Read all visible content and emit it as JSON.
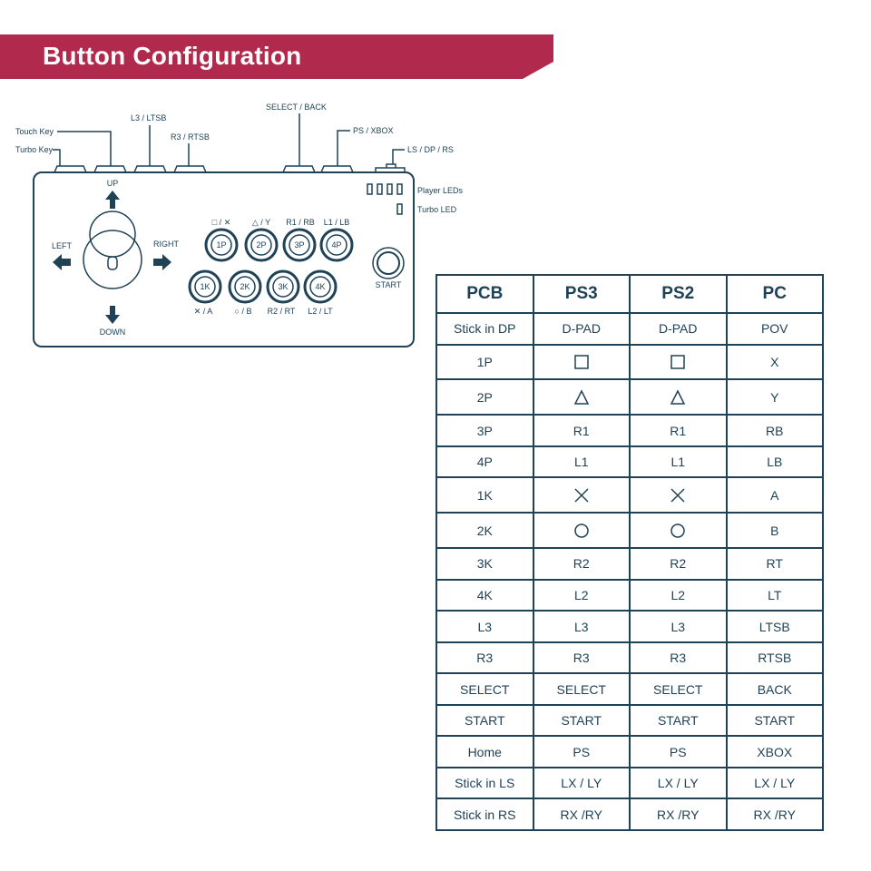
{
  "header": {
    "title": "Button Configuration",
    "banner_color": "#b12a4d"
  },
  "diagram": {
    "top_labels": {
      "touch_key": "Touch Key",
      "turbo_key": "Turbo Key",
      "l3": "L3 / LTSB",
      "r3": "R3 / RTSB",
      "select": "SELECT / BACK",
      "ps": "PS / XBOX",
      "ls_switch": "LS / DP / RS"
    },
    "led_labels": {
      "player": "Player LEDs",
      "turbo": "Turbo LED"
    },
    "directions": {
      "up": "UP",
      "down": "DOWN",
      "left": "LEFT",
      "right": "RIGHT"
    },
    "top_row_labels": [
      "□ / ✕",
      "△ / Y",
      "R1 / RB",
      "L1 / LB"
    ],
    "top_row_buttons": [
      "1P",
      "2P",
      "3P",
      "4P"
    ],
    "bottom_row_buttons": [
      "1K",
      "2K",
      "3K",
      "4K"
    ],
    "bottom_row_labels": [
      "✕ / A",
      "○ / B",
      "R2 / RT",
      "L2 / LT"
    ],
    "start_label": "START"
  },
  "table": {
    "headers": [
      "PCB",
      "PS3",
      "PS2",
      "PC"
    ],
    "rows": [
      [
        "Stick in DP",
        "D-PAD",
        "D-PAD",
        "POV"
      ],
      [
        "1P",
        "square-icon",
        "square-icon",
        "X"
      ],
      [
        "2P",
        "triangle-icon",
        "triangle-icon",
        "Y"
      ],
      [
        "3P",
        "R1",
        "R1",
        "RB"
      ],
      [
        "4P",
        "L1",
        "L1",
        "LB"
      ],
      [
        "1K",
        "cross-icon",
        "cross-icon",
        "A"
      ],
      [
        "2K",
        "circle-icon",
        "circle-icon",
        "B"
      ],
      [
        "3K",
        "R2",
        "R2",
        "RT"
      ],
      [
        "4K",
        "L2",
        "L2",
        "LT"
      ],
      [
        "L3",
        "L3",
        "L3",
        "LTSB"
      ],
      [
        "R3",
        "R3",
        "R3",
        "RTSB"
      ],
      [
        "SELECT",
        "SELECT",
        "SELECT",
        "BACK"
      ],
      [
        "START",
        "START",
        "START",
        "START"
      ],
      [
        "Home",
        "PS",
        "PS",
        "XBOX"
      ],
      [
        "Stick in LS",
        "LX / LY",
        "LX / LY",
        "LX / LY"
      ],
      [
        "Stick in RS",
        "RX /RY",
        "RX /RY",
        "RX /RY"
      ]
    ]
  },
  "colors": {
    "ink": "#1f4257",
    "accent": "#b12a4d"
  }
}
